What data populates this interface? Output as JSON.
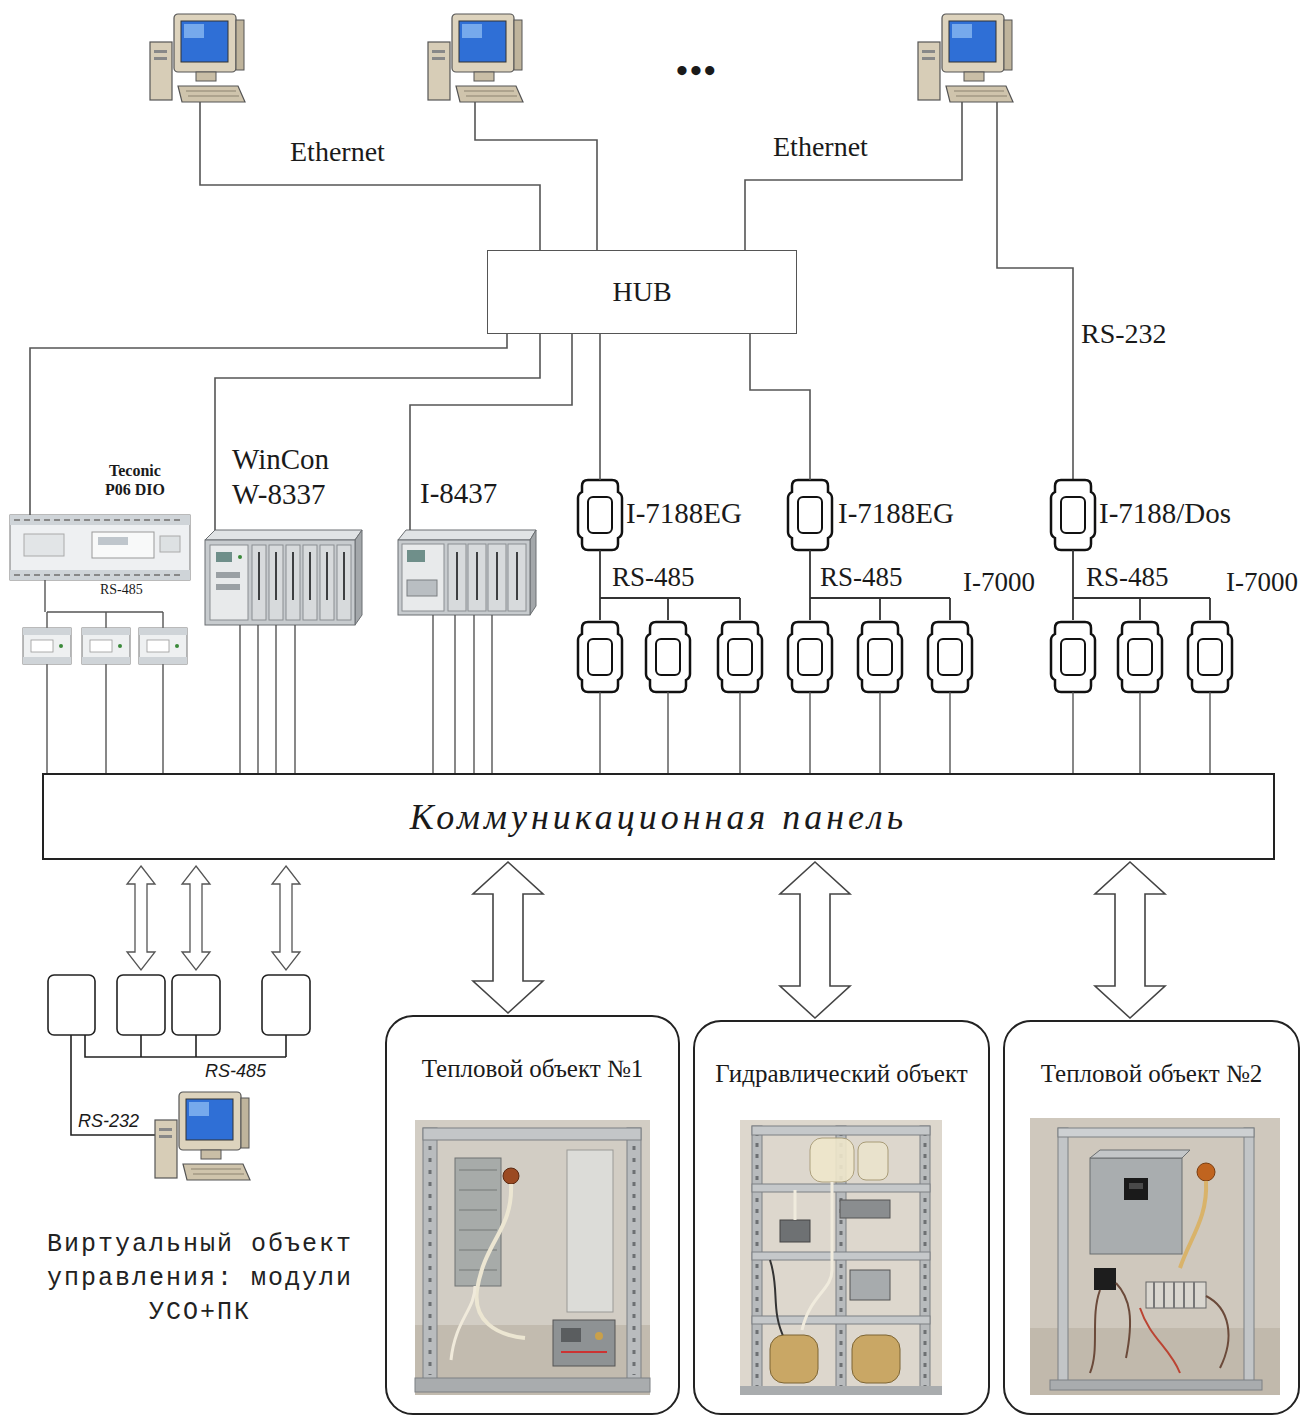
{
  "diagram": {
    "nodes": [
      {
        "text": [
          "HUB"
        ]
      },
      {
        "text": [
          "Teconic P06 DIO"
        ]
      },
      {
        "text": [
          "WinCon W-8337"
        ]
      },
      {
        "text": [
          "I-8437"
        ]
      },
      {
        "text": [
          "I-7188EG"
        ]
      },
      {
        "text": [
          "I-7188EG"
        ]
      },
      {
        "text": [
          "I-7188/Dos"
        ]
      },
      {
        "text": [
          "Коммуникационная панель"
        ]
      },
      {
        "text": [
          "Тепловой объект №1"
        ]
      },
      {
        "text": [
          "Гидравлический объект"
        ]
      },
      {
        "text": [
          "Тепловой объект №2"
        ]
      }
    ],
    "edges": [
      {
        "from": 0,
        "to": 1,
        "arrow": "none"
      },
      {
        "from": 0,
        "to": 2,
        "arrow": "none"
      },
      {
        "from": 0,
        "to": 3,
        "arrow": "none"
      },
      {
        "from": 0,
        "to": 4,
        "arrow": "none"
      },
      {
        "from": 0,
        "to": 5,
        "arrow": "none"
      },
      {
        "from": 2,
        "to": 7,
        "arrow": "none"
      },
      {
        "from": 3,
        "to": 7,
        "arrow": "none"
      },
      {
        "from": 7,
        "to": 8,
        "arrow": "both"
      },
      {
        "from": 7,
        "to": 9,
        "arrow": "both"
      },
      {
        "from": 7,
        "to": 10,
        "arrow": "both"
      }
    ],
    "labels": [
      "•••",
      "Ethernet",
      "Ethernet",
      "RS-232",
      "RS-485",
      "RS-485",
      "RS-485",
      "I-7000",
      "RS-485",
      "I-7000",
      "RS-485",
      "RS-232",
      "Виртуальный объект управления: модули УСО+ПК"
    ]
  }
}
